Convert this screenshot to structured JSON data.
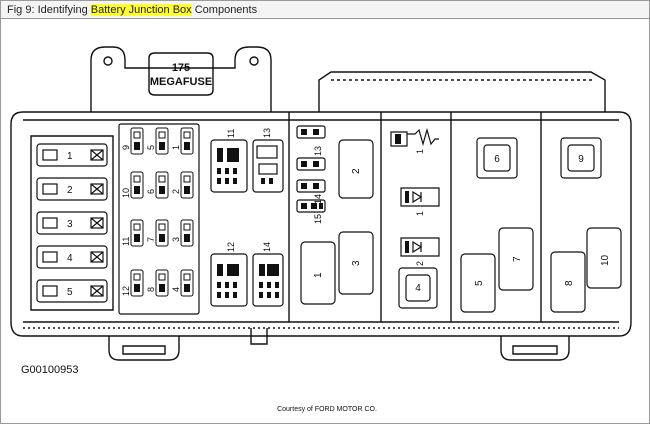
{
  "caption": {
    "prefix": "Fig 9: Identifying ",
    "highlight": "Battery Junction Box",
    "suffix": " Components",
    "highlight_color": "#ffff33"
  },
  "megafuse": {
    "line1": "175",
    "line2": "MEGAFUSE"
  },
  "labels": {
    "left_fuses": [
      "1",
      "2",
      "3",
      "4",
      "5"
    ],
    "mini_fuses": [
      "9",
      "5",
      "1",
      "10",
      "6",
      "2",
      "11",
      "7",
      "3",
      "12",
      "8",
      "4"
    ],
    "relays_a": [
      "11",
      "13",
      "12",
      "14"
    ],
    "small_fuses": [
      "13",
      "14",
      "15"
    ],
    "center_blocks": [
      "2",
      "1",
      "3"
    ],
    "diode_items": [
      "1",
      "1",
      "2"
    ],
    "block_4": "4",
    "right_top": [
      "6",
      "9"
    ],
    "right_bottom": [
      "5",
      "7",
      "8",
      "10"
    ]
  },
  "ref_code": "G00100953",
  "credit": "Courtesy of FORD MOTOR CO."
}
